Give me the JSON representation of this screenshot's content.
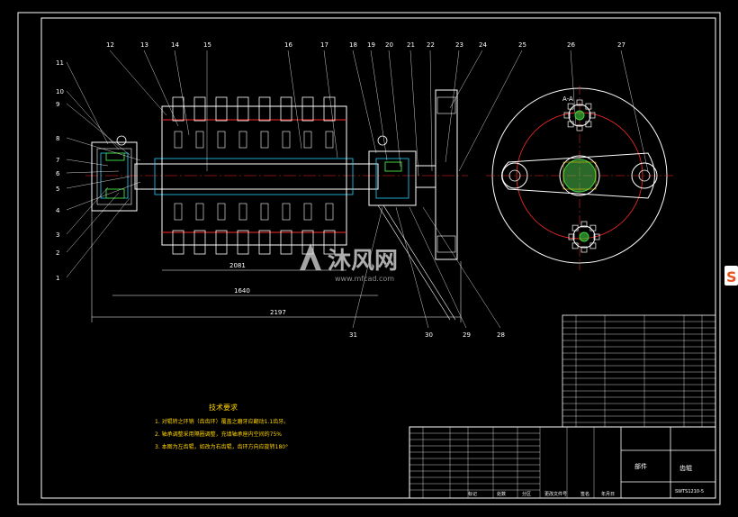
{
  "part_numbers_top": [
    "12",
    "13",
    "14",
    "15",
    "16",
    "17",
    "18",
    "19",
    "20",
    "21",
    "22",
    "23",
    "24",
    "25",
    "26",
    "27"
  ],
  "part_numbers_left": [
    "11",
    "10",
    "9",
    "8",
    "7",
    "6",
    "5",
    "4",
    "3",
    "2",
    "1"
  ],
  "part_numbers_bottom": [
    "31",
    "30",
    "29",
    "28"
  ],
  "section_label": "A-A",
  "dimensions": {
    "d1": "2081",
    "d2": "1640",
    "d3": "2197"
  },
  "technical_requirements": {
    "title": "技术要求",
    "items": [
      "1. 对辊转之环销（齿齿环）覆盖之磨牙应翻动1.1齿牙。",
      "2. 轴承调整采用隔圈调整，充填轴承座内空间的75%",
      "3. 本图为左齿辊，如改为右齿辊，齿环方向应旋转180°"
    ]
  },
  "watermark": {
    "text": "沐风网",
    "url": "www.mfcad.com"
  },
  "title_block": {
    "assembly_label": "部件",
    "part_name": "齿辊",
    "drawing_number": "SWTS1210-5",
    "header_labels": [
      "标记",
      "处数",
      "分区",
      "更改文件号",
      "签名",
      "年月日"
    ]
  },
  "side_icon": "s-logo-icon"
}
